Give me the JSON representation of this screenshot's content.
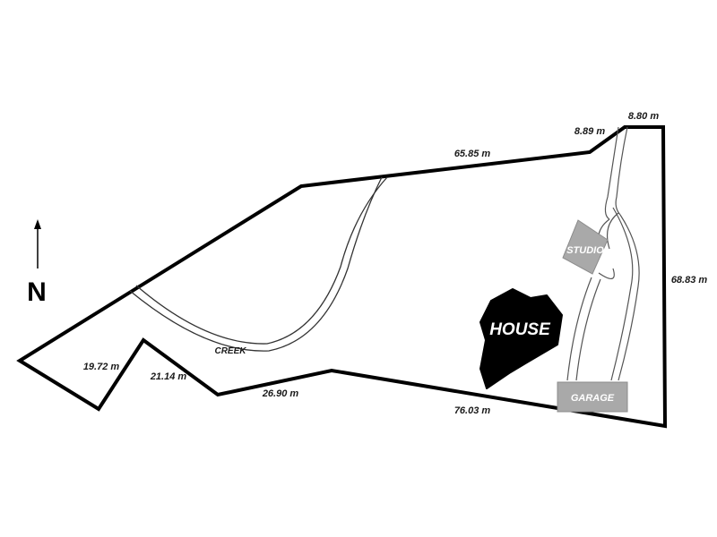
{
  "compass": {
    "label": "N"
  },
  "boundary": {
    "dimensions": [
      "8.80 m",
      "8.89 m",
      "65.85 m",
      "68.83 m",
      "76.03 m",
      "26.90 m",
      "21.14 m",
      "19.72 m"
    ]
  },
  "features": {
    "creek": "CREEK",
    "house": "HOUSE",
    "studio": "STUDIO",
    "garage": "GARAGE"
  },
  "colors": {
    "boundary": "#000000",
    "house": "#000000",
    "outbuilding": "#a9a9a9",
    "background": "#ffffff"
  }
}
